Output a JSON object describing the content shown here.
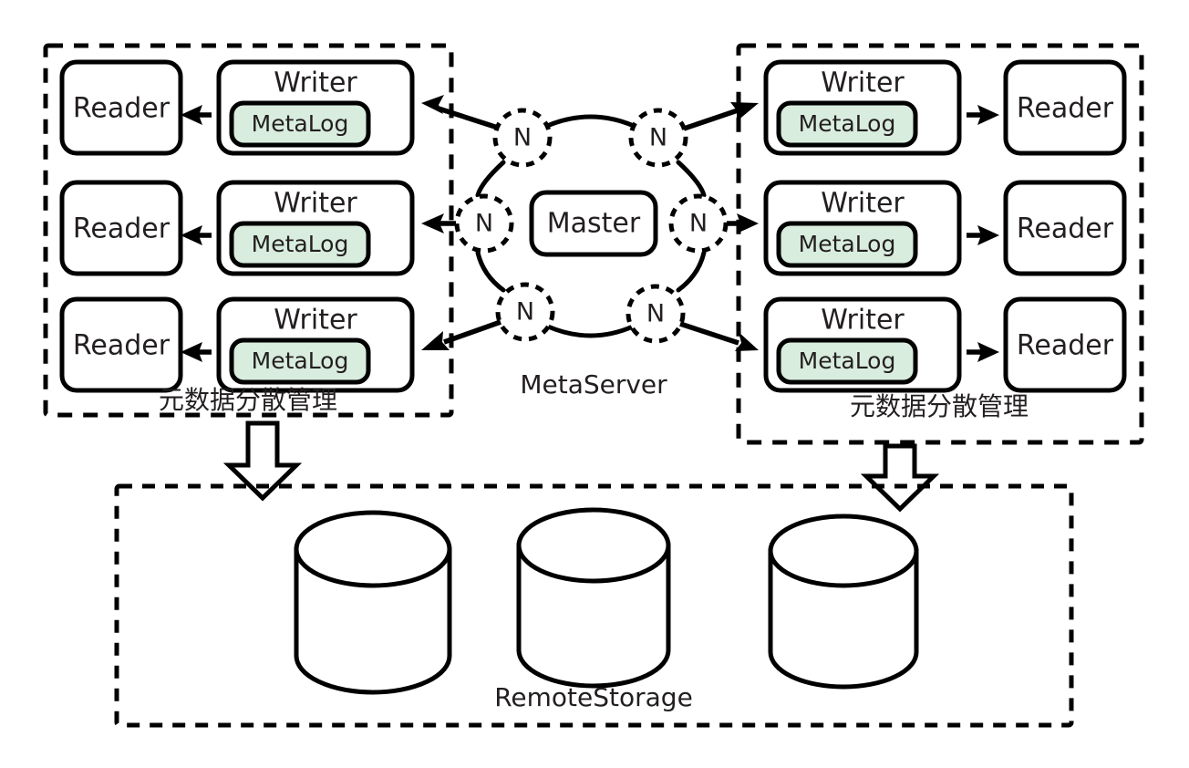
{
  "diagram": {
    "title": "MetaServer distributed metadata architecture",
    "colors": {
      "stroke": "#000000",
      "text": "#231f20",
      "metalog_fill": "#d9edde",
      "background": "#ffffff"
    },
    "left_group": {
      "caption": "元数据分散管理",
      "rows": [
        {
          "reader": "Reader",
          "writer": "Writer",
          "metalog": "MetaLog"
        },
        {
          "reader": "Reader",
          "writer": "Writer",
          "metalog": "MetaLog"
        },
        {
          "reader": "Reader",
          "writer": "Writer",
          "metalog": "MetaLog"
        }
      ]
    },
    "right_group": {
      "caption": "元数据分散管理",
      "rows": [
        {
          "writer": "Writer",
          "metalog": "MetaLog",
          "reader": "Reader"
        },
        {
          "writer": "Writer",
          "metalog": "MetaLog",
          "reader": "Reader"
        },
        {
          "writer": "Writer",
          "metalog": "MetaLog",
          "reader": "Reader"
        }
      ]
    },
    "metaserver": {
      "caption": "MetaServer",
      "master_label": "Master",
      "nodes": [
        {
          "label": "N",
          "position": "top-left"
        },
        {
          "label": "N",
          "position": "top-right"
        },
        {
          "label": "N",
          "position": "middle-left"
        },
        {
          "label": "N",
          "position": "middle-right"
        },
        {
          "label": "N",
          "position": "bottom-left"
        },
        {
          "label": "N",
          "position": "bottom-right"
        }
      ]
    },
    "storage": {
      "caption": "RemoteStorage",
      "cylinders": [
        {
          "index": 1
        },
        {
          "index": 2
        },
        {
          "index": 3
        }
      ]
    }
  }
}
